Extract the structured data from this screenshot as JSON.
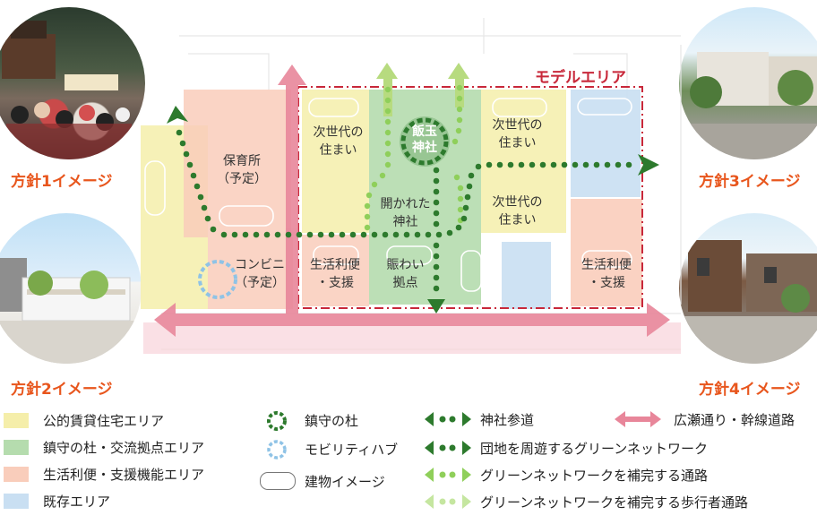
{
  "model_area_label": "モデルエリア",
  "zones": {
    "nursery": "保育所\n（予定）",
    "next_gen_left": "次世代の\n住まい",
    "shrine": "飯玉\n神社",
    "next_gen_right_top": "次世代の\n住まい",
    "open_shrine": "開かれた\n神社",
    "next_gen_right_mid": "次世代の\n住まい",
    "convenience": "コンビニ\n（予定）",
    "life_support_left": "生活利便\n・支援",
    "bustle_hub": "賑わい\n拠点",
    "life_support_right": "生活利便\n・支援"
  },
  "captions": {
    "policy1": "方針1イメージ",
    "policy2": "方針2イメージ",
    "policy3": "方針3イメージ",
    "policy4": "方針4イメージ"
  },
  "legend": {
    "col1": [
      {
        "label": "公的賃貸住宅エリア",
        "color": "#f5eeaa"
      },
      {
        "label": "鎮守の杜・交流拠点エリア",
        "color": "#b5dcae"
      },
      {
        "label": "生活利便・支援機能エリア",
        "color": "#f9cdbb"
      },
      {
        "label": "既存エリア",
        "color": "#c9dff2"
      }
    ],
    "col2": [
      {
        "label": "鎮守の杜",
        "icon": "forest-ring-icon"
      },
      {
        "label": "モビリティハブ",
        "icon": "mobility-hub-icon"
      },
      {
        "label": "建物イメージ",
        "icon": "building-outline-icon"
      }
    ],
    "col3": [
      {
        "label": "神社参道",
        "icon": "shrine-approach-arrow-icon"
      },
      {
        "label": "団地を周遊するグリーンネットワーク",
        "icon": "green-network-arrow-icon"
      },
      {
        "label": "グリーンネットワークを補完する通路",
        "icon": "complement-path-arrow-icon"
      },
      {
        "label": "グリーンネットワークを補完する歩行者通路",
        "icon": "pedestrian-path-arrow-icon"
      }
    ],
    "col4": [
      {
        "label": "広瀬通り・幹線道路",
        "icon": "main-road-arrow-icon"
      }
    ]
  }
}
